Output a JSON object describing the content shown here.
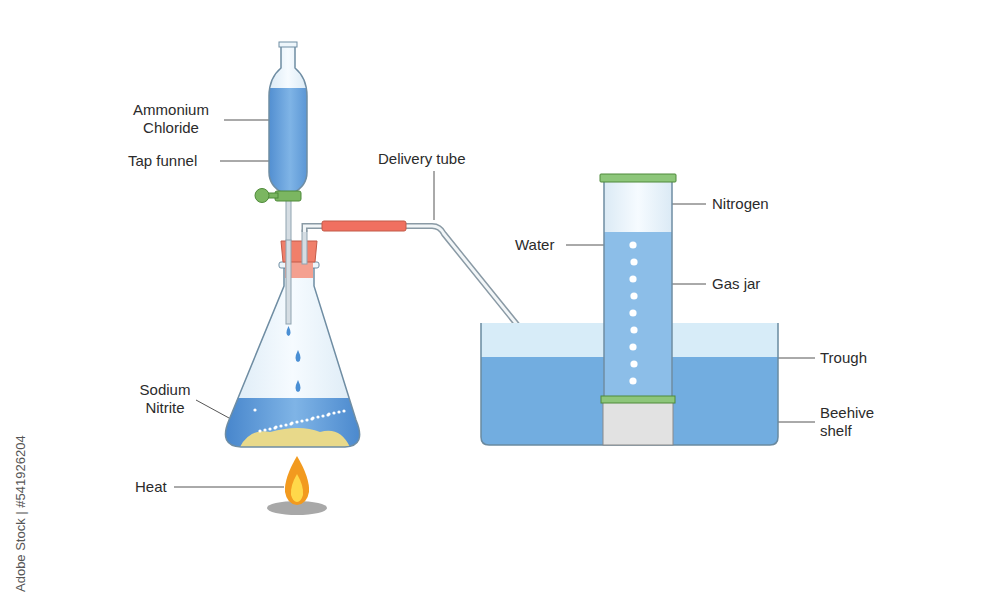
{
  "diagram": {
    "labels": [
      "Ammonium Chloride",
      "Tap funnel",
      "Delivery tube",
      "Nitrogen",
      "Water",
      "Gas jar",
      "Trough",
      "Beehive shelf",
      "Sodium Nitrite",
      "Heat",
      "Adobe Stock | #541926204"
    ]
  }
}
